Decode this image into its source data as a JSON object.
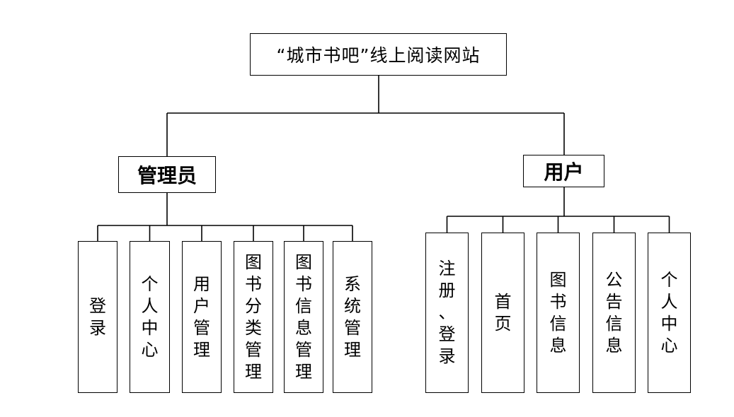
{
  "root": {
    "title": "“城市书吧”线上阅读网站"
  },
  "admin": {
    "label": "管理员",
    "children": [
      "登录",
      "个人中心",
      "用户管理",
      "图书分类管理",
      "图书信息管理",
      "系统管理"
    ]
  },
  "user": {
    "label": "用户",
    "children": [
      "注册、登录",
      "首页",
      "图书信息",
      "公告信息",
      "个人中心"
    ]
  }
}
